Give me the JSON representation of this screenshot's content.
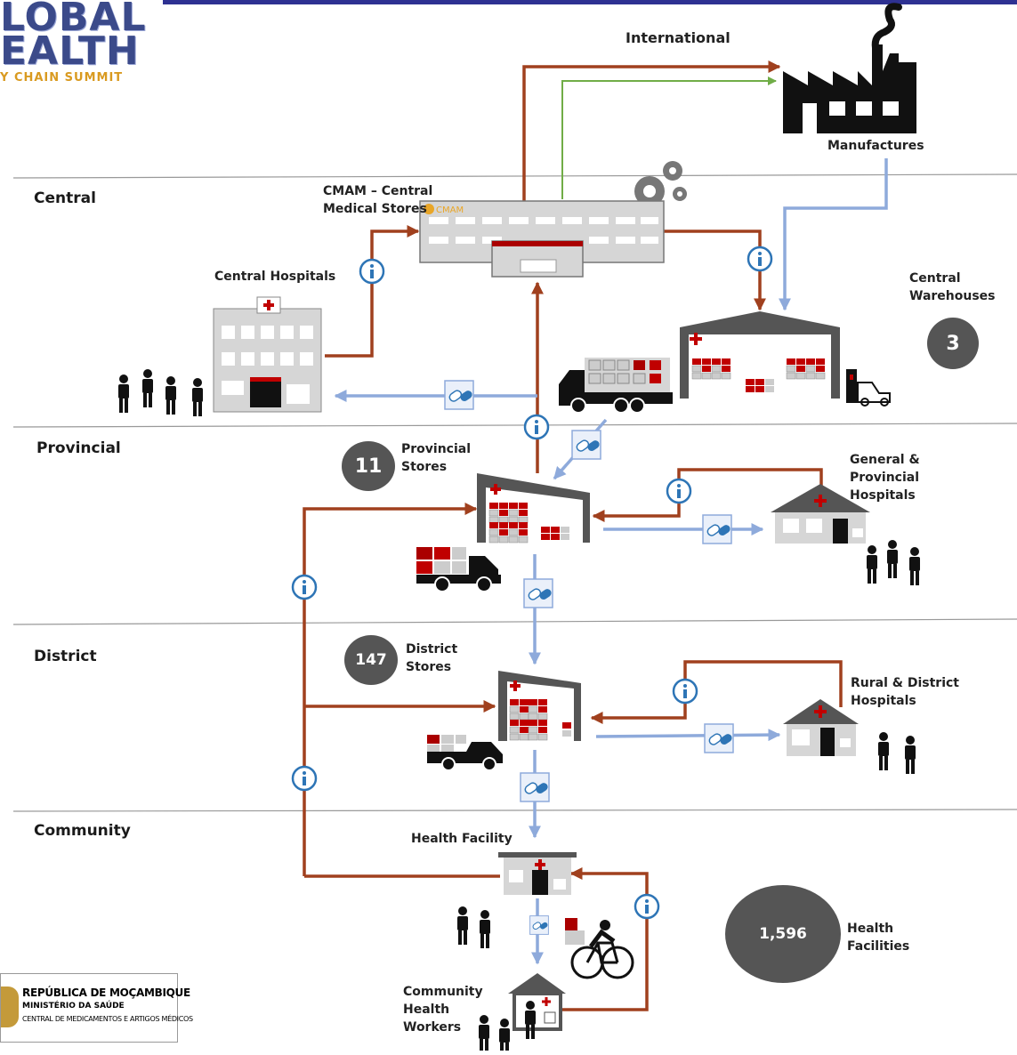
{
  "levels": {
    "central": "Central",
    "provincial": "Provincial",
    "district": "District",
    "community": "Community"
  },
  "nodes": {
    "international": "International",
    "manufactures": "Manufactures",
    "cmam": [
      "CMAM – Central",
      "Medical Stores"
    ],
    "cmam_sign": "CMAM",
    "central_hospitals": "Central Hospitals",
    "central_warehouses": [
      "Central",
      "Warehouses"
    ],
    "provincial_stores": [
      "Provincial",
      "Stores"
    ],
    "general_provincial_hospitals": [
      "General &",
      "Provincial",
      "Hospitals"
    ],
    "district_stores": [
      "District",
      "Stores"
    ],
    "rural_district_hospitals": [
      "Rural & District",
      "Hospitals"
    ],
    "health_facility": "Health Facility",
    "community_health_workers": [
      "Community",
      "Health",
      "Workers"
    ],
    "health_facilities": [
      "Health",
      "Facilities"
    ]
  },
  "counts": {
    "central_warehouses": "3",
    "provincial_stores": "11",
    "district_stores": "147",
    "health_facilities": "1,596"
  },
  "logos": {
    "summit_line1": "LOBAL",
    "summit_line2": "EALTH",
    "summit_tagline": "Y CHAIN SUMMIT",
    "ministry_line1": "REPÚBLICA DE MOÇAMBIQUE",
    "ministry_line2": "MINISTÉRIO DA SAÚDE",
    "ministry_line3": "CENTRAL DE MEDICAMENTOS E ARTIGOS MÉDICOS"
  },
  "colors": {
    "info_flow": "#a0401e",
    "commodity_flow": "#8eaadb",
    "procurement_flow": "#70ad47",
    "header_bar": "#2e3192",
    "badge": "#555555",
    "stock": "#c00000"
  },
  "icons": {
    "info": "info-circle-icon",
    "medicine": "pills-icon",
    "factory": "factory-icon",
    "gears": "gears-icon",
    "truck": "truck-icon",
    "bicycle": "bicycle-icon",
    "forklift": "forklift-icon"
  }
}
